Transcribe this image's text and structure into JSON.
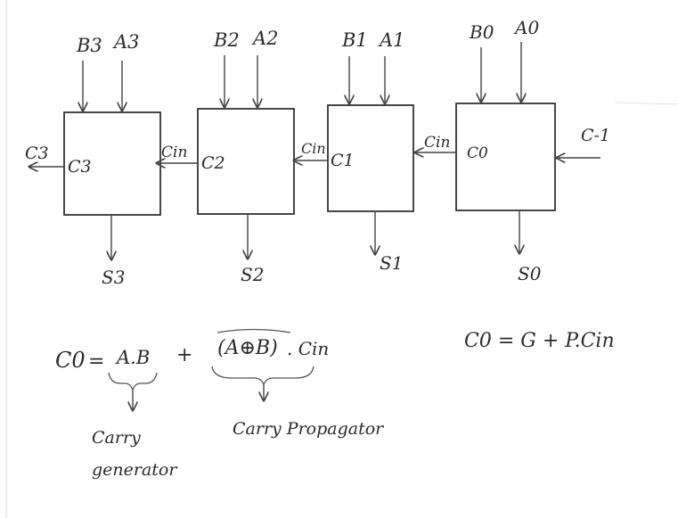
{
  "blocks": [
    {
      "b": "B3",
      "a": "A3",
      "carry_out_left": "C3",
      "carry_in_label": "",
      "carry_name": "C3",
      "sum": "S3"
    },
    {
      "b": "B2",
      "a": "A2",
      "carry_in_label": "Cin",
      "carry_name": "C2",
      "sum": "S2"
    },
    {
      "b": "B1",
      "a": "A1",
      "carry_in_label": "Cin",
      "carry_name": "C1",
      "sum": "S1"
    },
    {
      "b": "B0",
      "a": "A0",
      "carry_in_label": "Cin",
      "carry_name": "C0",
      "sum": "S0"
    }
  ],
  "block3_left_input_label": "Cin",
  "carry_in_external": "C-1",
  "equation1": {
    "lhs": "C0",
    "eq": "=",
    "term1": "A.B",
    "plus": "+",
    "term2": "(A⊕B)",
    "dot_cin": ". Cin",
    "label_generator_line1": "Carry",
    "label_generator_line2": "generator",
    "label_propagator": "Carry Propagator"
  },
  "equation2": "C0 = G + P.Cin"
}
